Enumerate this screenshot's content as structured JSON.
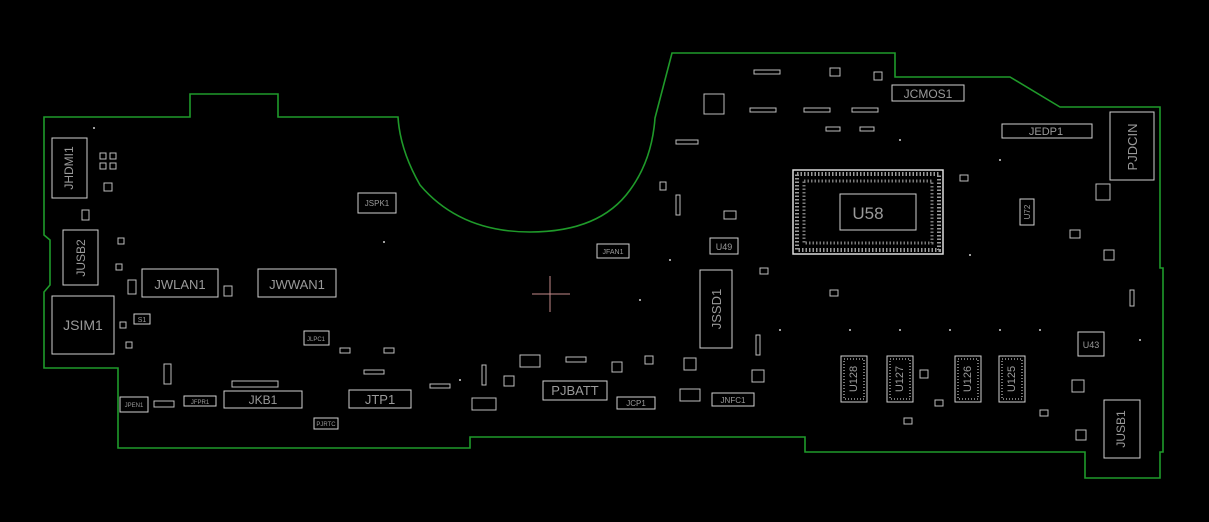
{
  "board": {
    "outline_color": "#1f9a2a",
    "silk_color": "#cfcfcf",
    "background": "#000000"
  },
  "labels": {
    "jhdmi1": "JHDMI1",
    "jusb2": "JUSB2",
    "jsim1": "JSIM1",
    "jwlan1": "JWLAN1",
    "jwwan1": "JWWAN1",
    "jspk1": "JSPK1",
    "jfan1": "JFAN1",
    "jssd1": "JSSD1",
    "u49": "U49",
    "u58": "U58",
    "jcmos1": "JCMOS1",
    "jedp1": "JEDP1",
    "pjdcin": "PJDCIN",
    "u72": "U72",
    "u43": "U43",
    "jusb1": "JUSB1",
    "u128": "U128",
    "u127": "U127",
    "u126": "U126",
    "u125": "U125",
    "jkb1": "JKB1",
    "jtp1": "JTP1",
    "pjbatt": "PJBATT",
    "jcp1": "JCP1",
    "jnfc1": "JNFC1",
    "jfpr1": "JFPR1",
    "jpen1": "JPEN1",
    "jlpc1": "JLPC1",
    "pjrtc": "PJRTC",
    "s1": "S1"
  }
}
